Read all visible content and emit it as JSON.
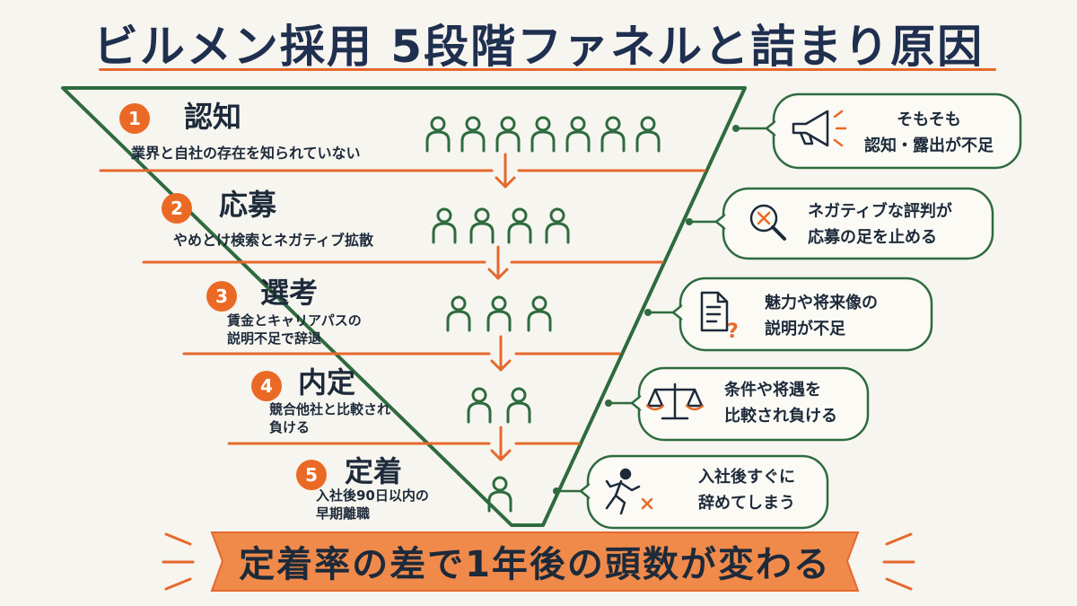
{
  "title": "ビルメン採用 5段階ファネルと詰まり原因",
  "stages": [
    {
      "number": "1",
      "name": "認知",
      "description": "業界と自社の存在を知られていない",
      "people": 7
    },
    {
      "number": "2",
      "name": "応募",
      "description": "やめとけ検索とネガティブ拡散",
      "people": 4
    },
    {
      "number": "3",
      "name": "選考",
      "description": "賃金とキャリアパスの\n説明不足で辞退",
      "people": 3
    },
    {
      "number": "4",
      "name": "内定",
      "description": "競合他社と比較され\n負ける",
      "people": 2
    },
    {
      "number": "5",
      "name": "定着",
      "description": "入社後90日以内の\n早期離職",
      "people": 1
    }
  ],
  "callouts": [
    {
      "icon": "megaphone-icon",
      "text": "そもそも\n認知・露出が不足"
    },
    {
      "icon": "search-x-icon",
      "text": "ネガティブな評判が\n応募の足を止める"
    },
    {
      "icon": "document-question-icon",
      "text": "魅力や将来像の\n説明が不足"
    },
    {
      "icon": "scale-icon",
      "text": "条件や将遇を\n比較され負ける"
    },
    {
      "icon": "running-person-x-icon",
      "text": "入社後すぐに\n辞めてしまう"
    }
  ],
  "banner": "定着率の差で1年後の頭数が変わる",
  "colors": {
    "accent": "#ea6a25",
    "line": "#2e6b3f",
    "text": "#1d2a3a",
    "banner": "#f08a4b"
  }
}
